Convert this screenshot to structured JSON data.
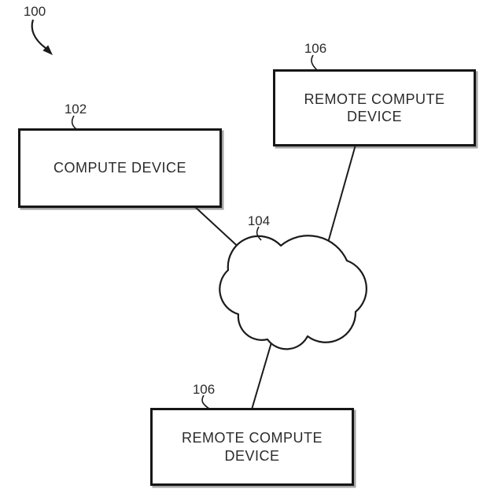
{
  "figure": {
    "overall": {
      "ref": "100"
    },
    "compute_device": {
      "ref": "102",
      "label": "COMPUTE DEVICE"
    },
    "network_cloud": {
      "ref": "104"
    },
    "remote_compute_top": {
      "ref": "106",
      "label": "REMOTE COMPUTE DEVICE"
    },
    "remote_compute_bottom": {
      "ref": "106",
      "label": "REMOTE COMPUTE DEVICE"
    }
  },
  "colors": {
    "ink": "#1b1b1b",
    "text": "#2b2b2b",
    "background": "#ffffff"
  }
}
